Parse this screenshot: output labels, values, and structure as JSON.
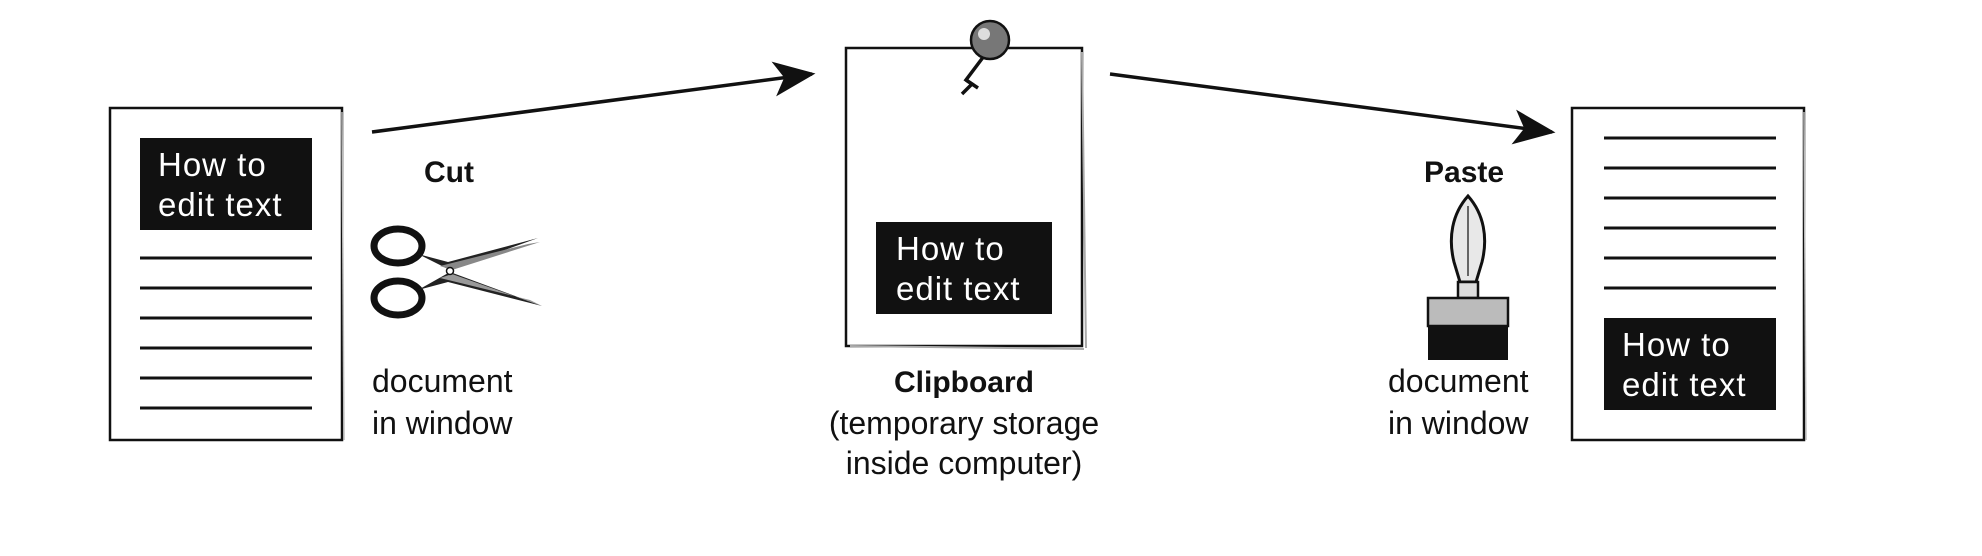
{
  "diagram": {
    "left_document": {
      "highlight_lines": [
        "How to",
        "edit text"
      ],
      "caption_lines": [
        "document",
        "in window"
      ]
    },
    "cut": {
      "label": "Cut",
      "icon": "scissors-icon"
    },
    "clipboard": {
      "highlight_lines": [
        "How to",
        "edit text"
      ],
      "label": "Clipboard",
      "caption_lines": [
        "(temporary storage",
        "inside computer)"
      ],
      "icon": "pushpin-icon"
    },
    "paste": {
      "label": "Paste",
      "icon": "paintbrush-icon"
    },
    "right_document": {
      "highlight_lines": [
        "How to",
        "edit text"
      ],
      "caption_lines": [
        "document",
        "in window"
      ]
    }
  }
}
